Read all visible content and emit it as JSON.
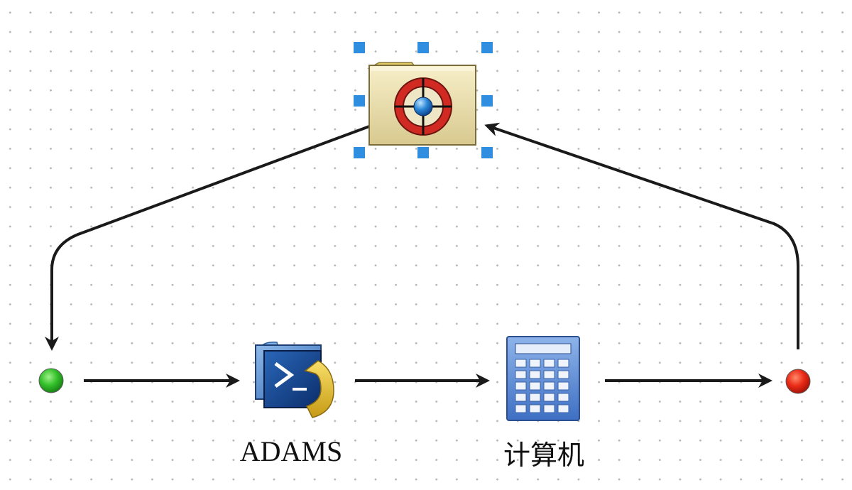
{
  "diagram": {
    "nodes": {
      "start": {
        "icon": "green-dot-icon",
        "color": "#2bb52b"
      },
      "loop": {
        "icon": "lifebuoy-folder-icon"
      },
      "adams": {
        "label": "ADAMS",
        "icon": "adams-console-icon"
      },
      "calculator": {
        "label": "计算机",
        "icon": "calculator-icon"
      },
      "end": {
        "icon": "red-dot-icon",
        "color": "#e0231c"
      }
    },
    "edges": [
      {
        "from": "start",
        "to": "adams"
      },
      {
        "from": "adams",
        "to": "calculator"
      },
      {
        "from": "calculator",
        "to": "end"
      },
      {
        "from": "end",
        "to": "loop"
      },
      {
        "from": "loop",
        "to": "start"
      }
    ],
    "selection_color": "#2f8ee0"
  }
}
